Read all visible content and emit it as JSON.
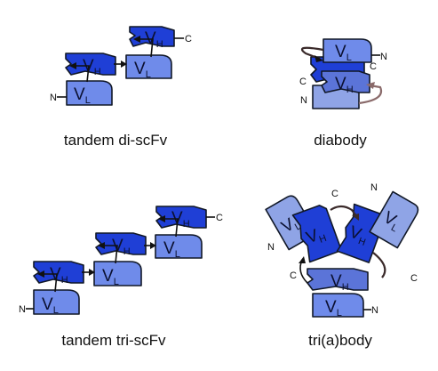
{
  "colors": {
    "vh_fill": "#1f3fd6",
    "vl_fill": "#6f8bea",
    "vl_pale": "#8fa4e6",
    "outline": "#111827",
    "linker_dark": "#3a2a2a",
    "linker_pale": "#8a6a6a"
  },
  "panels": {
    "tandem_di": {
      "caption": "tandem di-scFv",
      "vh": "V",
      "vh_sub": "H",
      "vl": "V",
      "vl_sub": "L",
      "n": "N",
      "c": "C"
    },
    "diabody": {
      "caption": "diabody",
      "vh": "V",
      "vh_sub": "H",
      "vl": "V",
      "vl_sub": "L",
      "n": "N",
      "c": "C"
    },
    "tandem_tri": {
      "caption": "tandem tri-scFv",
      "vh": "V",
      "vh_sub": "H",
      "vl": "V",
      "vl_sub": "L",
      "n": "N",
      "c": "C"
    },
    "triabody": {
      "caption": "tri(a)body",
      "vh": "V",
      "vh_sub": "H",
      "vl": "V",
      "vl_sub": "L",
      "n": "N",
      "c": "C"
    }
  }
}
